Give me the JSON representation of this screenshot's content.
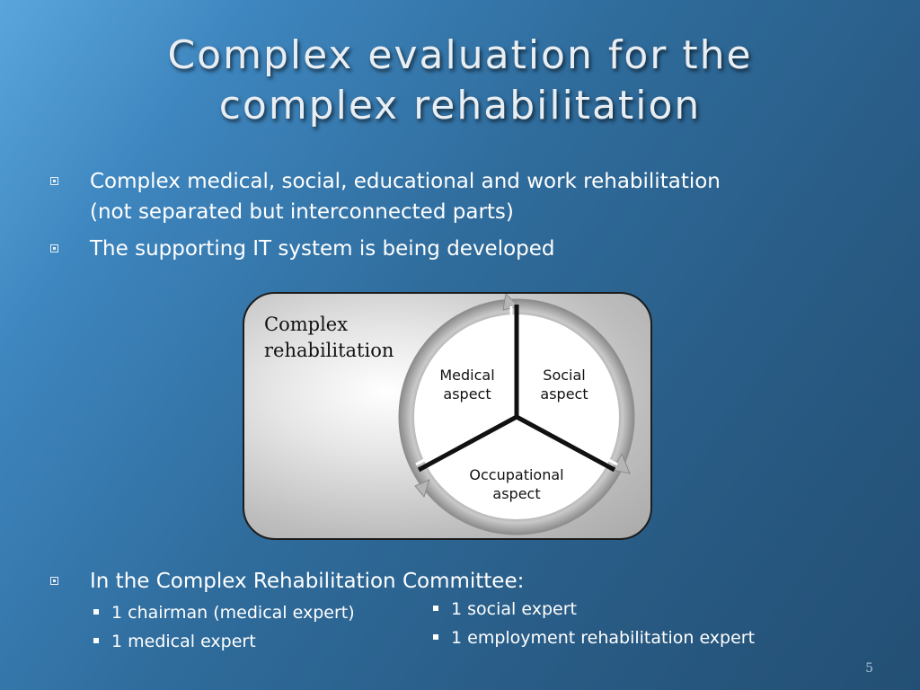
{
  "slide": {
    "title_line1": "Complex evaluation for the",
    "title_line2": "complex rehabilitation",
    "bullets": [
      {
        "line1": "Complex medical, social, educational and work rehabilitation",
        "line2": "(not separated but interconnected parts)"
      },
      {
        "line1": "The supporting IT system is being developed"
      },
      {
        "line1": "In the Complex Rehabilitation Committee:"
      }
    ],
    "committee_left": [
      "1 chairman (medical expert)",
      "1 medical expert"
    ],
    "committee_right": [
      "1 social expert",
      "1 employment rehabilitation expert"
    ],
    "page_number": "5"
  },
  "diagram": {
    "label_line1": "Complex",
    "label_line2": "rehabilitation",
    "aspects": [
      {
        "line1": "Medical",
        "line2": "aspect"
      },
      {
        "line1": "Social",
        "line2": "aspect"
      },
      {
        "line1": "Occupational",
        "line2": "aspect"
      }
    ]
  },
  "colors": {
    "background_top_left": "#5aa6dc",
    "background_bottom_right": "#234f74",
    "title_text": "#e9eef3"
  }
}
